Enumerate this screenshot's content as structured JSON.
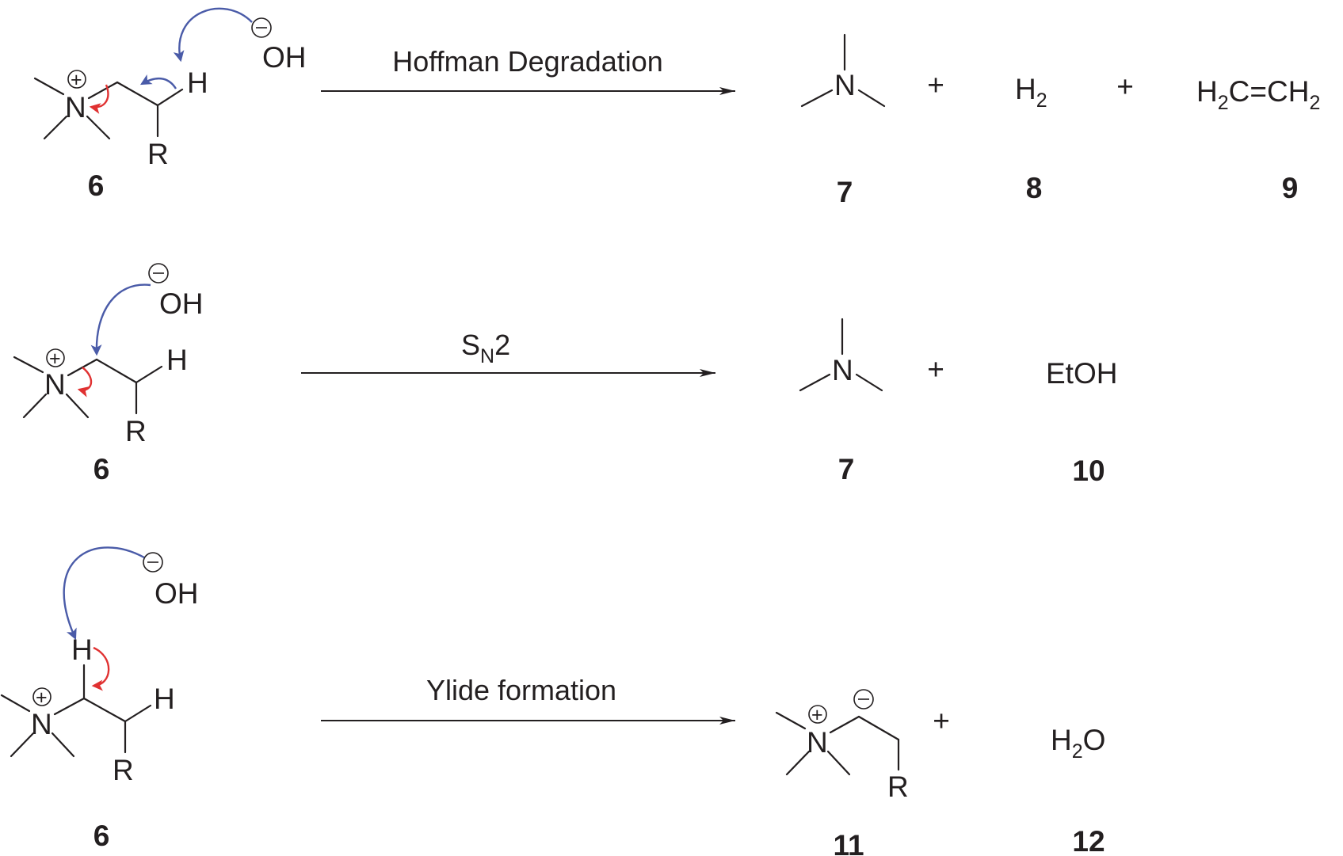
{
  "colors": {
    "ink": "#231f20",
    "push_blue": "#4a5ba8",
    "push_red": "#e03131"
  },
  "reactions": [
    {
      "label": "Hoffman Degradation",
      "reactant": {
        "number": "6",
        "atoms": {
          "N": "N",
          "H": "H",
          "R": "R",
          "O": "OH"
        }
      },
      "products": [
        {
          "number": "7",
          "formula": "N"
        },
        {
          "number": "8",
          "formula": "H",
          "sub": "2"
        },
        {
          "number": "9",
          "formula_parts": [
            "H",
            "2",
            "C",
            "=",
            "CH",
            "2"
          ]
        }
      ],
      "plus": "+"
    },
    {
      "label_main": "S",
      "label_sub": "N",
      "label_tail": "2",
      "reactant": {
        "number": "6",
        "atoms": {
          "N": "N",
          "H": "H",
          "R": "R",
          "O": "OH"
        }
      },
      "products": [
        {
          "number": "7",
          "formula": "N"
        },
        {
          "number": "10",
          "formula": "EtOH"
        }
      ],
      "plus": "+"
    },
    {
      "label": "Ylide formation",
      "reactant": {
        "number": "6",
        "atoms": {
          "N": "N",
          "H1": "H",
          "H2": "H",
          "R": "R",
          "O": "OH"
        }
      },
      "products": [
        {
          "number": "11",
          "atoms": {
            "N": "N",
            "R": "R"
          }
        },
        {
          "number": "12",
          "formula_parts": [
            "H",
            "2",
            "O"
          ]
        }
      ],
      "plus": "+"
    }
  ],
  "markers": {
    "plus_charge": "+",
    "minus_charge": "−"
  }
}
